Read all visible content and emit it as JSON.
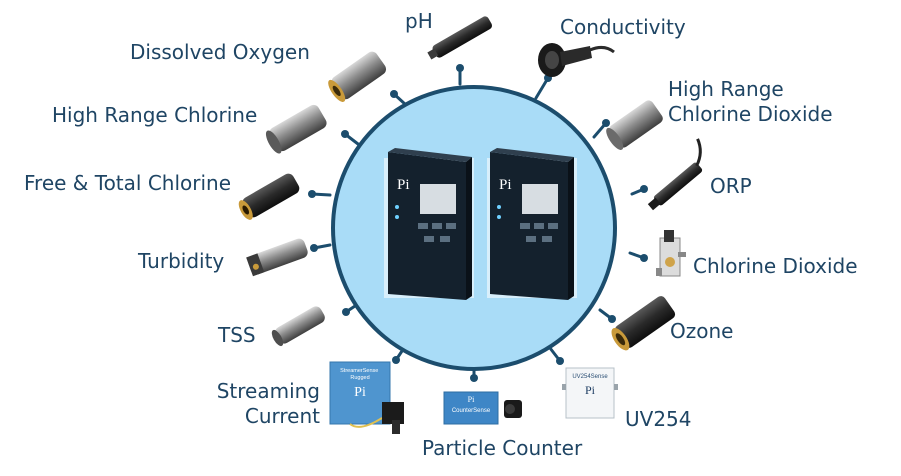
{
  "hub": {
    "controllers": [
      {
        "logo": "Pi"
      },
      {
        "logo": "Pi"
      }
    ]
  },
  "sensors": [
    {
      "id": "ph",
      "label": "pH",
      "icon": "ph-probe-icon"
    },
    {
      "id": "conductivity",
      "label": "Conductivity",
      "icon": "conductivity-sensor-icon"
    },
    {
      "id": "high-range-chlorine-dioxide",
      "label": "High Range\nChlorine Dioxide",
      "icon": "probe-icon"
    },
    {
      "id": "orp",
      "label": "ORP",
      "icon": "orp-probe-icon"
    },
    {
      "id": "chlorine-dioxide",
      "label": "Chlorine Dioxide",
      "icon": "flow-cell-icon"
    },
    {
      "id": "ozone",
      "label": "Ozone",
      "icon": "probe-icon"
    },
    {
      "id": "uv254",
      "label": "UV254",
      "icon": "uv-unit-icon",
      "panel_text": "UV254Sense"
    },
    {
      "id": "particle-counter",
      "label": "Particle Counter",
      "icon": "particle-counter-icon",
      "panel_text": "CounterSense"
    },
    {
      "id": "streaming-current",
      "label": "Streaming\nCurrent",
      "icon": "streaming-current-icon",
      "panel_text": "StreamerSense\nRugged"
    },
    {
      "id": "tss",
      "label": "TSS",
      "icon": "probe-icon"
    },
    {
      "id": "turbidity",
      "label": "Turbidity",
      "icon": "turbidity-probe-icon"
    },
    {
      "id": "free-total-chlorine",
      "label": "Free & Total Chlorine",
      "icon": "probe-icon"
    },
    {
      "id": "high-range-chlorine",
      "label": "High Range Chlorine",
      "icon": "probe-icon"
    },
    {
      "id": "dissolved-oxygen",
      "label": "Dissolved Oxygen",
      "icon": "probe-icon"
    }
  ],
  "colors": {
    "circle_fill": "#a9dcf7",
    "circle_stroke": "#1c4d6d",
    "connector": "#1c4d6d",
    "label": "#1f4564"
  }
}
